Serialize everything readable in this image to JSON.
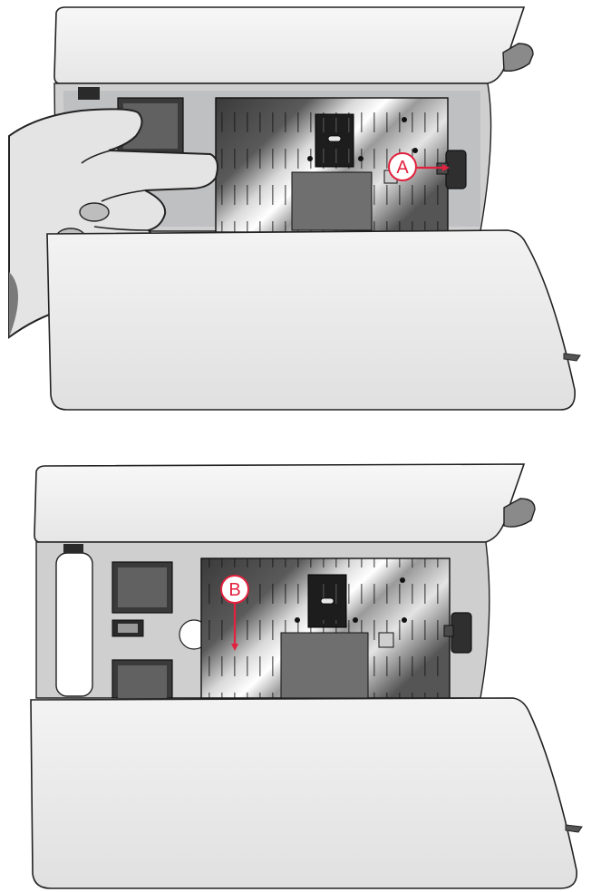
{
  "callouts": {
    "a": "A",
    "b": "B"
  },
  "colors": {
    "accent": "#e2213e",
    "outline": "#222222",
    "machine_body": "#f1f1f1",
    "cavity": "#cfd0d1",
    "plate_dark": "#3c3c3c",
    "plate_light": "#d6d6d6"
  },
  "panels": [
    {
      "name": "top",
      "description_step": "release-button-pushed"
    },
    {
      "name": "bottom",
      "description_step": "plate-lifted"
    }
  ]
}
